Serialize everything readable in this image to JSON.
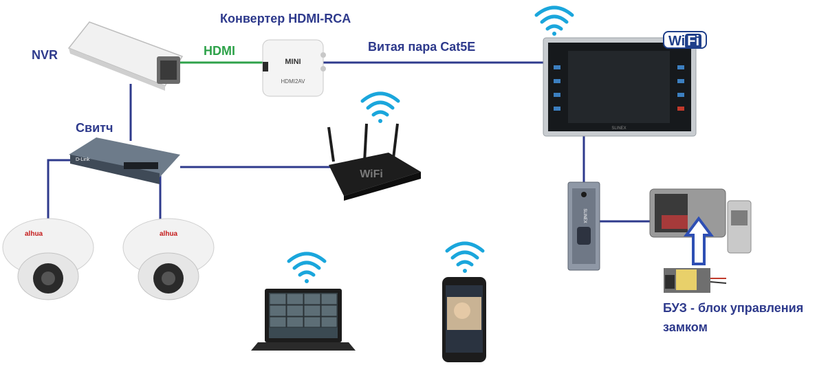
{
  "labels": {
    "converter_title": "Конвертер HDMI-RCA",
    "nvr": "NVR",
    "hdmi": "HDMI",
    "twisted_pair": "Витая пара Cat5E",
    "switch": "Свитч",
    "lock_controller_line1": "БУЗ - блок управления",
    "lock_controller_line2": "замком"
  },
  "device_text": {
    "converter_brand": "MINI",
    "converter_model": "HDMI2AV",
    "switch_brand": "D-Link",
    "camera_brand": "alhua",
    "router_text": "WiFi",
    "wifi_logo_wi": "Wi",
    "wifi_logo_fi": "Fi",
    "doorbell_brand": "SLINEX",
    "monitor_brand": "SLINEX"
  },
  "colors": {
    "cable": "#2e3a8c",
    "hdmi_cable": "#2ea24a",
    "wifi_signal": "#1aa6dc",
    "device_dark": "#2b2b2b",
    "device_light": "#ececec"
  }
}
